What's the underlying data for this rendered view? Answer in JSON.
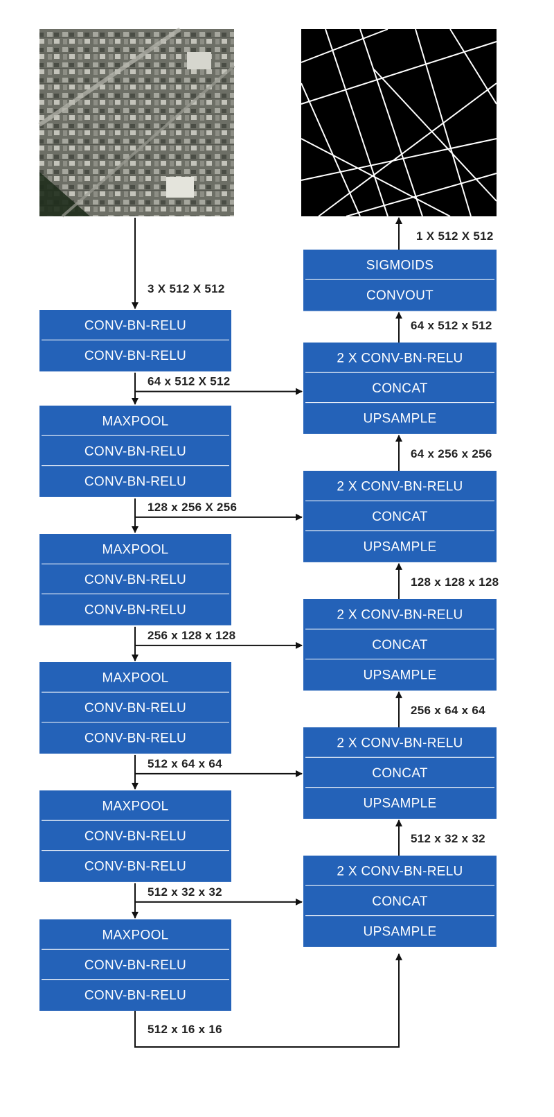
{
  "images": {
    "input": {
      "name": "satellite-image",
      "description": "aerial satellite photo"
    },
    "output": {
      "name": "road-mask-image",
      "description": "binary road map"
    }
  },
  "encoder": [
    {
      "rows": [
        "CONV-BN-RELU",
        "CONV-BN-RELU"
      ]
    },
    {
      "rows": [
        "MAXPOOL",
        "CONV-BN-RELU",
        "CONV-BN-RELU"
      ]
    },
    {
      "rows": [
        "MAXPOOL",
        "CONV-BN-RELU",
        "CONV-BN-RELU"
      ]
    },
    {
      "rows": [
        "MAXPOOL",
        "CONV-BN-RELU",
        "CONV-BN-RELU"
      ]
    },
    {
      "rows": [
        "MAXPOOL",
        "CONV-BN-RELU",
        "CONV-BN-RELU"
      ]
    },
    {
      "rows": [
        "MAXPOOL",
        "CONV-BN-RELU",
        "CONV-BN-RELU"
      ]
    }
  ],
  "decoder": [
    {
      "rows": [
        "SIGMOIDS",
        "CONVOUT"
      ]
    },
    {
      "rows": [
        "2 X CONV-BN-RELU",
        "CONCAT",
        "UPSAMPLE"
      ]
    },
    {
      "rows": [
        "2 X CONV-BN-RELU",
        "CONCAT",
        "UPSAMPLE"
      ]
    },
    {
      "rows": [
        "2 X CONV-BN-RELU",
        "CONCAT",
        "UPSAMPLE"
      ]
    },
    {
      "rows": [
        "2 X CONV-BN-RELU",
        "CONCAT",
        "UPSAMPLE"
      ]
    },
    {
      "rows": [
        "2 X CONV-BN-RELU",
        "CONCAT",
        "UPSAMPLE"
      ]
    }
  ],
  "edge_labels": {
    "input": "3 X 512 X 512",
    "enc": [
      "64 x 512 X 512",
      "128 x 256 X 256",
      "256 x 128 x 128",
      "512 x 64 x 64",
      "512 x 32 x 32",
      "512 x 16 x 16"
    ],
    "dec": [
      "1 X 512 X 512",
      "64 x 512 x 512",
      "64 x 256 x 256",
      "128 x 128 x 128",
      "256 x 64 x 64",
      "512 x 32 x 32"
    ]
  },
  "colors": {
    "block": "#2462b8",
    "divider": "#ffffff",
    "line": "#111111"
  }
}
